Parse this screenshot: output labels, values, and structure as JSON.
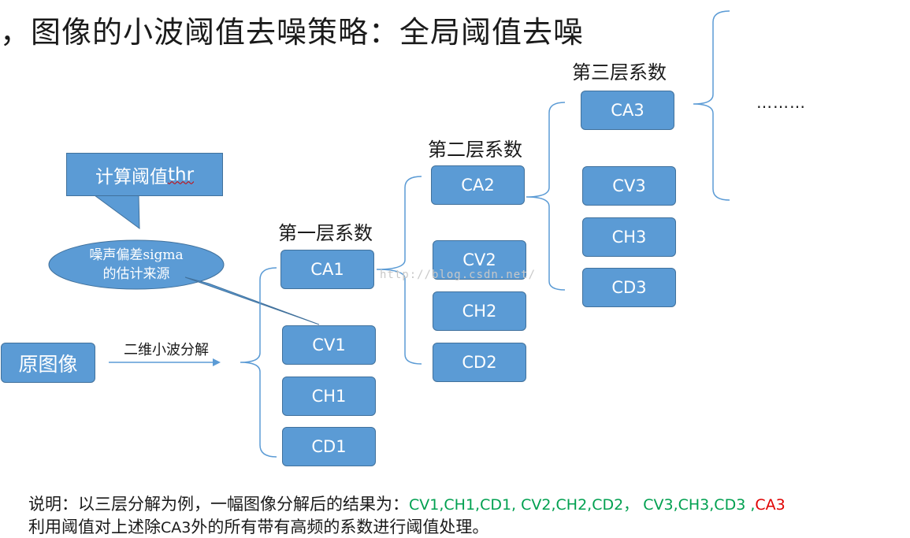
{
  "title": "，图像的小波阈值去噪策略：全局阈值去噪",
  "source_box": "原图像",
  "arrow_label": "二维小波分解",
  "callout_threshold": "计算阈值",
  "callout_threshold_term": "thr",
  "callout_noise_line1": "噪声偏差sigma",
  "callout_noise_line2": "的估计来源",
  "level1": {
    "label": "第一层系数",
    "ca": "CA1",
    "cv": "CV1",
    "ch": "CH1",
    "cd": "CD1"
  },
  "level2": {
    "label": "第二层系数",
    "ca": "CA2",
    "cv": "CV2",
    "ch": "CH2",
    "cd": "CD2"
  },
  "level3": {
    "label": "第三层系数",
    "ca": "CA3",
    "cv": "CV3",
    "ch": "CH3",
    "cd": "CD3"
  },
  "ellipsis": "………",
  "watermark": "http://blog.csdn.net/",
  "note": {
    "prefix": "说明：以三层分解为例，一幅图像分解后的结果为：",
    "green": "CV1,CH1,CD1,  CV2,CH2,CD2，  CV3,CH3,CD3 ,",
    "red": "CA3",
    "line2_a": "利用阈值对上述除",
    "line2_b": "CA3",
    "line2_c": "外的所有带有高频的系数进行阈值处理。"
  },
  "colors": {
    "box_fill": "#5b9bd5",
    "box_border": "#41719c",
    "green": "#00a050",
    "red": "#e00000"
  }
}
